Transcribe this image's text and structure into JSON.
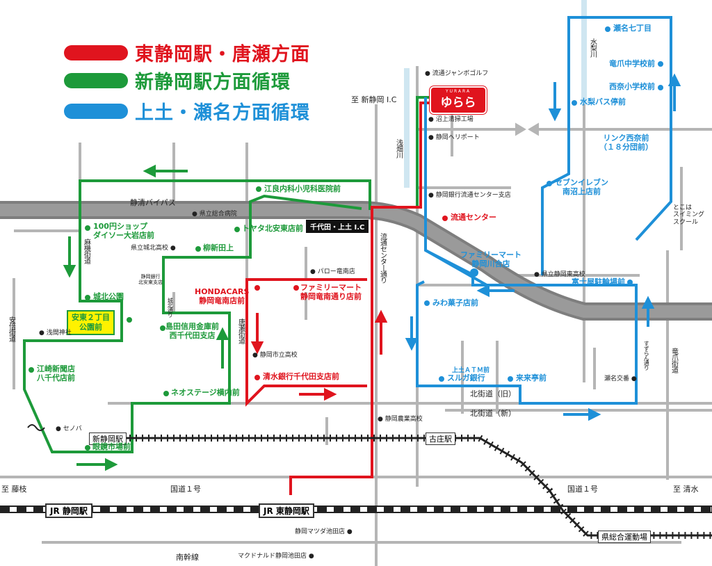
{
  "legend": [
    {
      "label": "東静岡駅・唐瀬方面",
      "color": "#e0141e"
    },
    {
      "label": "新静岡駅方面循環",
      "color": "#1d9a3a"
    },
    {
      "label": "上土・瀬名方面循環",
      "color": "#1e90d8"
    }
  ],
  "logo": {
    "small": "YURARA",
    "text": "ゆらら"
  },
  "roads": {
    "shizusei_bypass": "静清バイパス",
    "asahata_gawa": "浅畑川",
    "ryutsu_center_dori": "流通センター通り",
    "mizunashi_gawa": "水梨川",
    "asabata_kaido": "麻機街道",
    "shirokita_dori": "城北通り",
    "karase_kaido": "唐瀬街道",
    "anzai_kaido": "安倍街道",
    "kita_kaido_old": "北街道（旧）",
    "kita_kaido_new": "北街道（新）",
    "kokudo1_left": "国道１号",
    "kokudo1_right": "国道１号",
    "nankansen": "南幹線",
    "suzuran_dori": "すずらん通り",
    "ryuso_kaido": "竜爪街道",
    "to_shinshizuoka_ic": "至 新静岡 I.C",
    "to_fujieda": "至 藤枝",
    "to_shimizu": "至 清水",
    "chiyoda_ic": "千代田・上土 I.C"
  },
  "stations": {
    "jr_shizuoka": "JR 静岡駅",
    "jr_higashi_shizuoka": "JR 東静岡駅",
    "shin_shizuoka": "新静岡駅",
    "koshou": "古庄駅",
    "kensogo": "県総合運動場"
  },
  "stops_green": [
    "江良内科小児科医院前",
    "トヤタ北安東店前",
    "柳新田上",
    "100円ショップ\nダイソー大岩店前",
    "城北公園",
    "安東２丁目\n公園前",
    "江崎新聞店\n八千代店前",
    "島田信用金庫前\n西千代田支店",
    "ネオステージ横内前",
    "眼鏡市場前"
  ],
  "stops_red": [
    "流通センター",
    "ファミリーマート\n静岡竜南通り店前",
    "HONDACARS\n静岡竜南店前",
    "清水銀行千代田支店前"
  ],
  "stops_blue": [
    "瀬名七丁目",
    "竜爪中学校前",
    "西奈小学校前",
    "水梨バス停前",
    "リンク西奈前\n（１８分団前）",
    "セブンイレブン\n南沼上店前",
    "ファミリーマート\n静岡川合店",
    "富士屋駐輪場前",
    "みわ菓子店前",
    "上土ＡＴＭ前",
    "スルガ銀行",
    "来来亭前"
  ],
  "landmarks": {
    "ryutsu_jumbo_golf": "流通ジャンボゴルフ",
    "numagami_seisou": "沼上清掃工場",
    "shizuoka_heliport": "静岡ヘリポート",
    "shizuoka_ginko": "静岡銀行流通センター支店",
    "kenritsu_sogo_byoin": "県立総合病院",
    "kenritsu_jokita": "県立城北高校",
    "shizuoka_ginko_kitaando": "静岡銀行\n北安東支店",
    "paro_ryunan": "パロー竜南店",
    "asama_jinja": "浅間神社",
    "shizuoka_shiritsu": "静岡市立高校",
    "senoba": "セノバ",
    "shizuoka_nougyo": "静岡農業高校",
    "kenritsu_shizuoka_higashi": "県立静岡東高校",
    "tokoha_swimming": "とこは\nスイミング\nスクール",
    "sena_koban": "瀬名交番",
    "mazda_ikeda": "静岡マツダ池田店",
    "mcdonalds_ikeda": "マクドナルド静岡池田店"
  }
}
